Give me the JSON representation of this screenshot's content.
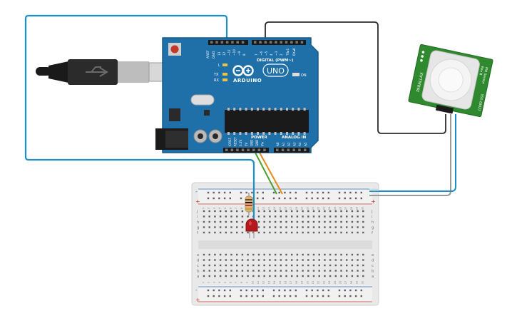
{
  "colors": {
    "board": "#1f6fa8",
    "board_edge": "#155a8c",
    "breadboard": "#e9e9e9",
    "wire_blue": "#1d8fc4",
    "wire_black": "#2b2b2b",
    "wire_green": "#4aa02c",
    "wire_orange": "#e88a1a",
    "wire_gray": "#9a9a9a",
    "led": "#b3191d",
    "sensor_board": "#2f8a2f"
  },
  "arduino": {
    "model": "UNO",
    "brand": "ARDUINO",
    "digital_label": "DIGITAL (PWM~)",
    "power_label": "POWER",
    "analog_label": "ANALOG IN",
    "on_label": "ON",
    "tx_label": "TX",
    "rx_label": "RX",
    "l_label": "L",
    "aref_label": "AREF",
    "gnd_label": "GND",
    "digital_pins": [
      "13",
      "12",
      "~11",
      "~10",
      "~9",
      "8",
      "7",
      "~6",
      "~5",
      "4",
      "~3",
      "2",
      "TX▸1",
      "RX◂0"
    ],
    "power_pins": [
      "IOREF",
      "RESET",
      "3.3V",
      "5V",
      "GND",
      "GND",
      "Vin"
    ],
    "analog_pins": [
      "A0",
      "A1",
      "A2",
      "A3",
      "A4",
      "A5"
    ]
  },
  "sensor": {
    "brand": "PARALLAX",
    "title": "PIR Sensor",
    "part": "555-28027",
    "rev": "Rev B"
  },
  "breadboard": {
    "row_letters_top": [
      "j",
      "i",
      "h",
      "g",
      "f"
    ],
    "row_letters_bottom": [
      "e",
      "d",
      "c",
      "b",
      "a"
    ],
    "plus": "+",
    "minus": "-",
    "col_numbers": [
      "1",
      "2",
      "3",
      "4",
      "5",
      "6",
      "7",
      "8",
      "9",
      "10",
      "11",
      "12",
      "13",
      "14",
      "15",
      "16",
      "17",
      "18",
      "19",
      "20",
      "21",
      "22",
      "23",
      "24",
      "25",
      "26",
      "27",
      "28",
      "29",
      "30"
    ]
  }
}
